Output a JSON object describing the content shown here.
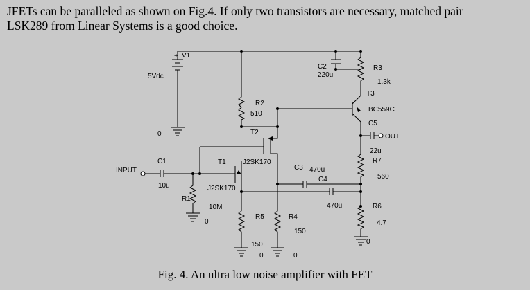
{
  "intro": {
    "line1": "JFETs can be paralleled as shown on Fig.4. If only two transistors are necessary, matched pair",
    "line2": "LSK289 from Linear Systems is a good choice."
  },
  "caption": "Fig. 4. An ultra low noise amplifier with FET",
  "labels": {
    "v1": "V1",
    "v1_value": "5Vdc",
    "v1_plus": "+",
    "v1_gnd": "0",
    "c2": "C2",
    "c2_value": "220u",
    "r3": "R3",
    "r3_value": "1.3k",
    "t3": "T3",
    "t3_part": "BC559C",
    "c5": "C5",
    "c5_value": "22u",
    "out": "OUT",
    "r2": "R2",
    "r2_value": "510",
    "t2": "T2",
    "t2_part": "J2SK170",
    "t1": "T1",
    "t1_part": "J2SK170",
    "c1": "C1",
    "c1_value": "10u",
    "input": "INPUT",
    "r1": "R1",
    "r1_value": "10M",
    "r1_gnd": "0",
    "c3": "C3",
    "c3_value": "470u",
    "c4": "C4",
    "c4_value": "470u",
    "r5": "R5",
    "r5_value": "150",
    "r4": "R4",
    "r4_value": "150",
    "r7": "R7",
    "r7_value": "560",
    "r6": "R6",
    "r6_value": "4.7",
    "gnd_r5": "0",
    "gnd_r4": "0",
    "gnd_r6": "0"
  }
}
